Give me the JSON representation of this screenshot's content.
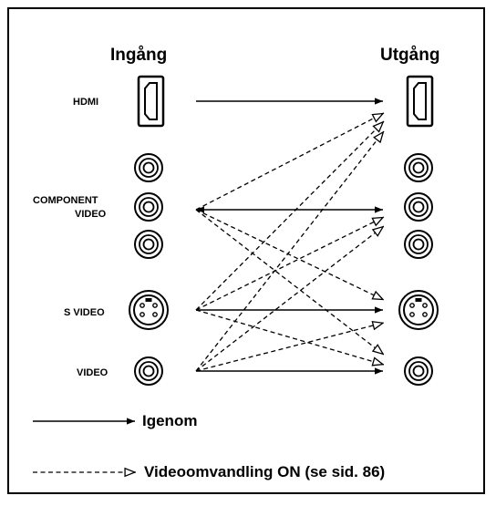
{
  "headings": {
    "input": "Ingång",
    "output": "Utgång"
  },
  "inputs": [
    {
      "label": "HDMI",
      "icon": "hdmi-port-icon"
    },
    {
      "label_line1": "COMPONENT",
      "label_line2": "VIDEO",
      "icon": "component-jacks-icon"
    },
    {
      "label": "S VIDEO",
      "icon": "s-video-port-icon"
    },
    {
      "label": "VIDEO",
      "icon": "rca-jack-icon"
    }
  ],
  "legend": {
    "solid": "Igenom",
    "dashed": "Videoomvandling ON (se sid. 86)"
  },
  "connections": {
    "through": [
      {
        "from": "HDMI",
        "to": "HDMI"
      },
      {
        "from": "COMPONENT VIDEO",
        "to": "COMPONENT VIDEO"
      },
      {
        "from": "S VIDEO",
        "to": "S VIDEO"
      },
      {
        "from": "VIDEO",
        "to": "VIDEO"
      }
    ],
    "conversion": [
      {
        "from": "COMPONENT VIDEO",
        "to": "HDMI"
      },
      {
        "from": "S VIDEO",
        "to": "HDMI"
      },
      {
        "from": "VIDEO",
        "to": "HDMI"
      },
      {
        "from": "S VIDEO",
        "to": "COMPONENT VIDEO"
      },
      {
        "from": "VIDEO",
        "to": "COMPONENT VIDEO"
      },
      {
        "from": "COMPONENT VIDEO",
        "to": "S VIDEO"
      },
      {
        "from": "VIDEO",
        "to": "S VIDEO"
      },
      {
        "from": "COMPONENT VIDEO",
        "to": "VIDEO"
      },
      {
        "from": "S VIDEO",
        "to": "VIDEO"
      }
    ]
  }
}
